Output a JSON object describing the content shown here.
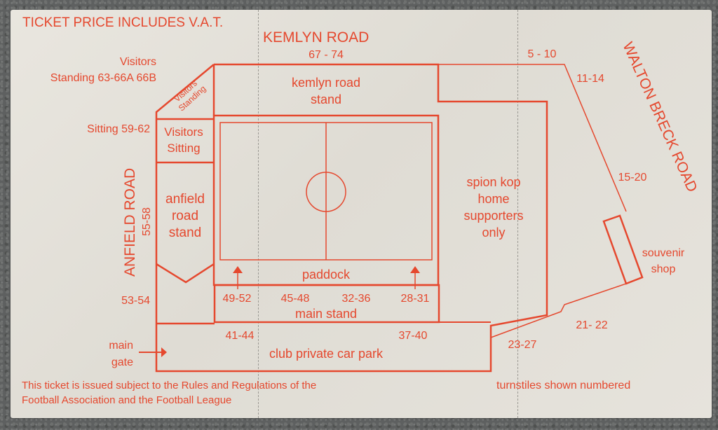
{
  "ticket": {
    "header_note": "TICKET PRICE INCLUDES V.A.T.",
    "ink_color": "#e5482e",
    "paper_color": "#e4e1da",
    "roads": {
      "kemlyn": "KEMLYN ROAD",
      "anfield": "ANFIELD ROAD",
      "walton_breck": "WALTON BRECK ROAD"
    },
    "stands": {
      "kemlyn_road_stand": [
        "kemlyn road",
        "stand"
      ],
      "visitors_standing": [
        "Visitors",
        "Standing"
      ],
      "visitors_sitting": [
        "Visitors",
        "Sitting"
      ],
      "anfield_road_stand": [
        "anfield",
        "road",
        "stand"
      ],
      "spion_kop": [
        "spion kop",
        "home",
        "supporters",
        "only"
      ],
      "paddock": "paddock",
      "main_stand": "main stand",
      "car_park": "club private car park",
      "souvenir_shop": [
        "souvenir",
        "shop"
      ]
    },
    "turnstile_labels": {
      "visitors_standing": [
        "Visitors",
        "Standing 63-66A 66B"
      ],
      "sitting": "Sitting 59-62",
      "kemlyn": "67 - 74",
      "t5_10": "5 - 10",
      "t11_14": "11-14",
      "t15_20": "15-20",
      "t55_58": "55-58",
      "t53_54": "53-54",
      "t49_52": "49-52",
      "t45_48": "45-48",
      "t32_36": "32-36",
      "t28_31": "28-31",
      "t41_44": "41-44",
      "t37_40": "37-40",
      "t23_27": "23-27",
      "t21_22": "21- 22"
    },
    "main_gate": [
      "main",
      "gate"
    ],
    "footer": {
      "terms": [
        "This ticket is issued subject to the Rules and Regulations of the",
        "Football Association and the Football League"
      ],
      "turnstile_note": "turnstiles shown numbered"
    }
  }
}
